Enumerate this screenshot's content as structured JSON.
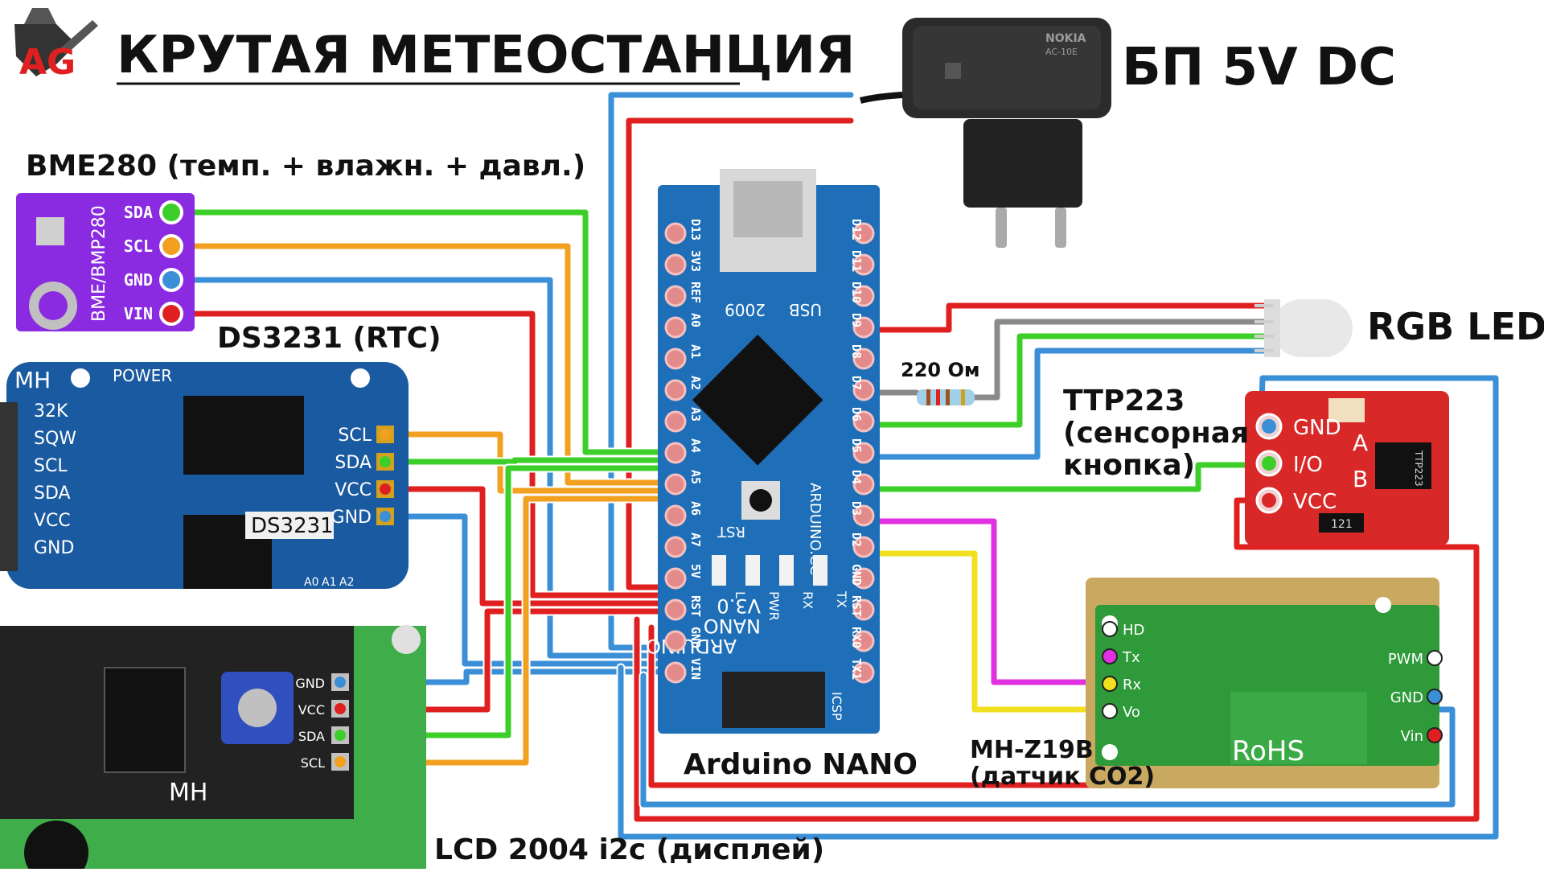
{
  "title": "КРУТАЯ МЕТЕОСТАНЦИЯ",
  "logo_text": "AG",
  "power_label": "БП 5V DC",
  "power_adapter_print": {
    "brand": "NOKIA",
    "model": "AC-10E"
  },
  "rgb_led_label": "RGB LED",
  "resistor_label": "220 Ом",
  "colors": {
    "gnd": "#3a8fd6",
    "vcc": "#e02020",
    "sda": "#3ccf2a",
    "scl": "#f2a020",
    "tx": "#e030e0",
    "rx": "#f0e020",
    "led_green": "#3ccf2a",
    "led_gray": "#8a8a8a",
    "arduino_board": "#1e6fb8",
    "bme_board": "#8a2be2",
    "rtc_board": "#1a5aa0",
    "ttp_board": "#d82828",
    "mhz_board": "#2f9a3a"
  },
  "bme280": {
    "label": "BME280 (темп. + влажн. + давл.)",
    "board_text": "BME/BMP280",
    "pins": [
      "SDA",
      "SCL",
      "GND",
      "VIN"
    ]
  },
  "ds3231": {
    "label": "DS3231 (RTC)",
    "brand": "MH",
    "power_text": "POWER",
    "chip_text": "DS3231",
    "left_pins": [
      "32K",
      "SQW",
      "SCL",
      "SDA",
      "VCC",
      "GND"
    ],
    "right_pins": [
      "SCL",
      "SDA",
      "VCC",
      "GND"
    ],
    "addr_pins": [
      "A0",
      "A1",
      "A2"
    ]
  },
  "lcd": {
    "label": "LCD 2004 i2c (дисплей)",
    "brand": "MH",
    "pins": [
      "GND",
      "VCC",
      "SDA",
      "SCL"
    ]
  },
  "arduino": {
    "label": "Arduino NANO",
    "usb_text": "USB",
    "year_text": "2009",
    "rst_text": "RST",
    "site_text": "ARDUINO.CC",
    "board_name": [
      "ARDUINO",
      "NANO",
      "V3.0"
    ],
    "icsp_text": "ICSP",
    "led_labels": [
      "L",
      "PWR",
      "RX",
      "TX"
    ],
    "left_pins": [
      "D13",
      "3V3",
      "REF",
      "A0",
      "A1",
      "A2",
      "A3",
      "A4",
      "A5",
      "A6",
      "A7",
      "5V",
      "RST",
      "GND",
      "VIN"
    ],
    "right_pins": [
      "D12",
      "D11",
      "D10",
      "D9",
      "D8",
      "D7",
      "D6",
      "D5",
      "D4",
      "D3",
      "D2",
      "GND",
      "RST",
      "RX0",
      "TX1"
    ]
  },
  "ttp223": {
    "label_lines": [
      "TTP223",
      "(сенсорная",
      "кнопка)"
    ],
    "pins": [
      "GND",
      "I/O",
      "VCC"
    ],
    "side_labels": [
      "A",
      "B"
    ],
    "parts": [
      "121",
      "TTP223"
    ]
  },
  "mhz19b": {
    "label_lines": [
      "MH-Z19B",
      "(датчик CO2)"
    ],
    "rohs": "RoHS",
    "left_pins": [
      "HD",
      "Tx",
      "Rx",
      "Vo"
    ],
    "right_pins": [
      "PWM",
      "GND",
      "Vin"
    ]
  }
}
